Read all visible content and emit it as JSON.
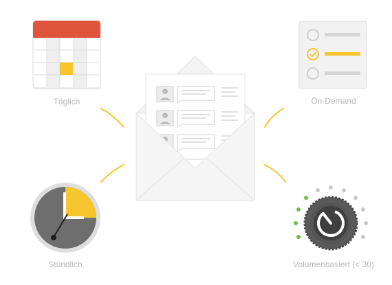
{
  "schedules": {
    "daily": {
      "label": "Täglich"
    },
    "on_demand": {
      "label": "On-Demand"
    },
    "hourly": {
      "label": "Stündlich"
    },
    "volume": {
      "label": "Volumenbasiert (< 30)"
    }
  },
  "colors": {
    "accent_yellow": "#f7c62f",
    "calendar_red": "#e0533d",
    "knob_green": "#6cc04a",
    "knob_grey": "#c8c8c8"
  },
  "icons": [
    "calendar-icon",
    "checklist-icon",
    "clock-icon",
    "volume-knob-icon",
    "envelope-icon"
  ]
}
